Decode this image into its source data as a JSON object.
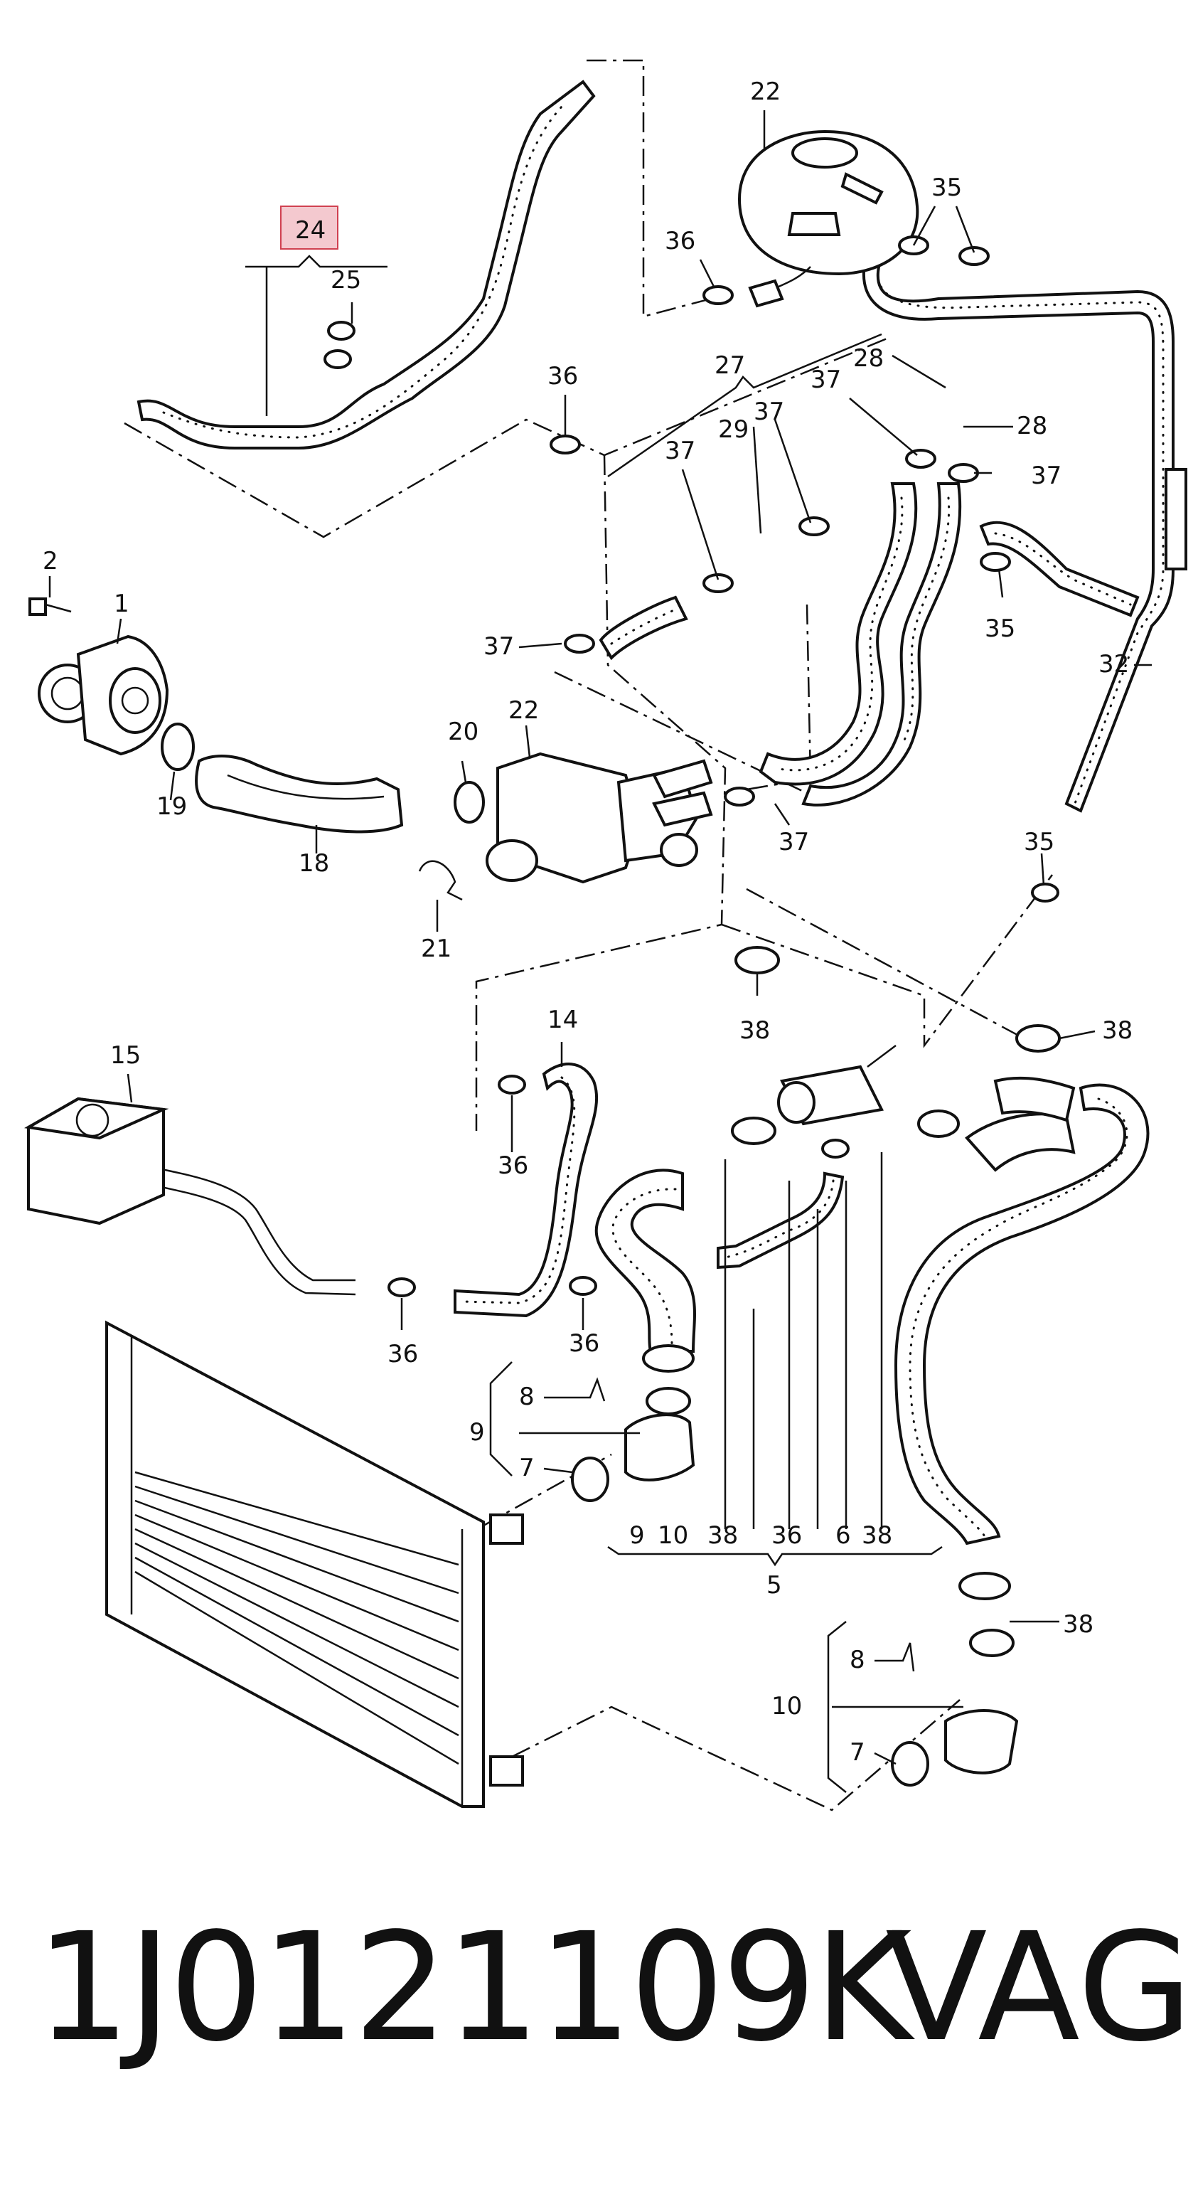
{
  "footer": {
    "part_number": "1J0121109K",
    "brand": "VAG"
  },
  "highlight": {
    "label": "24",
    "fill": "#f4c9cf",
    "stroke": "#d04050"
  },
  "callouts": {
    "c1": "1",
    "c2": "2",
    "c5": "5",
    "c6": "6",
    "c7a": "7",
    "c7b": "7",
    "c8a": "8",
    "c8b": "8",
    "c9a": "9",
    "c9b": "9",
    "c10a": "10",
    "c10b": "10",
    "c14": "14",
    "c15": "15",
    "c18": "18",
    "c19": "19",
    "c20": "20",
    "c21": "21",
    "c22a": "22",
    "c22b": "22",
    "c25": "25",
    "c27": "27",
    "c28a": "28",
    "c28b": "28",
    "c29": "29",
    "c32": "32",
    "c35a": "35",
    "c35b": "35",
    "c35c": "35",
    "c36a": "36",
    "c36b": "36",
    "c36c": "36",
    "c36d": "36",
    "c36e": "36",
    "c36f": "36",
    "c37a": "37",
    "c37b": "37",
    "c37c": "37",
    "c37d": "37",
    "c37e": "37",
    "c37f": "37",
    "c38a": "38",
    "c38b": "38",
    "c38c": "38",
    "c38d": "38",
    "c38e": "38"
  }
}
